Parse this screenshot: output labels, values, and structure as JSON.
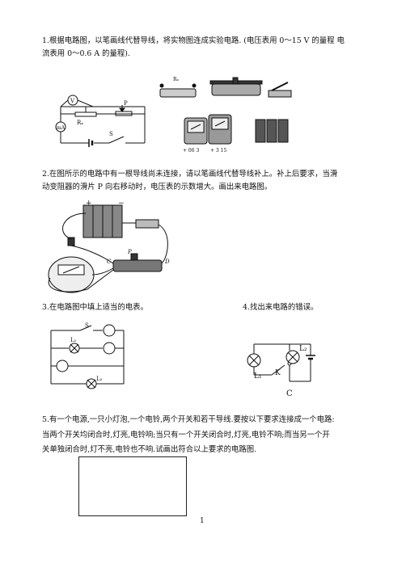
{
  "questions": {
    "q1": {
      "line1": "1.根据电路图，以笔画线代替导线，将实物图连成实验电路. (电压表用 0～15 V 的量程  电",
      "line2": "流表用 0～0.6 A 的量程)."
    },
    "q2": {
      "line1": "2.在图所示的电路中有一根导线尚未连接，请以笔画线代替导线补上。补上后要求，当滑",
      "line2": "动变阻器的滑片 P 向右移动时，电压表的示数增大。画出来电路图。"
    },
    "q3": {
      "text": "3.在电路图中填上适当的电表。"
    },
    "q4": {
      "text": "4.找出来电路的错误。"
    },
    "q5": {
      "line1": "5.有一个电源,一只小灯泡,一个电铃,两个开关和若干导线.要按以下要求连接成一个电路:",
      "line2": "当两个开关均闭合时,灯亮,电铃响;当只有一个开关闭合时,灯亮,电铃不响;而当另一个开",
      "line3": "关单独闭合时,灯不亮,电铃也不响.试画出符合以上要求的电路图."
    }
  },
  "labels": {
    "fig1": {
      "v": "V",
      "a": "mA",
      "rx": "Rₓ",
      "p": "P",
      "s": "S",
      "rx2": "Rₓ",
      "a_ticks": "+ 06 3",
      "v_ticks": "+ 3 15"
    },
    "fig2": {
      "plus": "+",
      "minus": "−",
      "p": "P",
      "c": "C",
      "d": "D"
    },
    "fig3": {
      "s": "S",
      "l1": "L₁",
      "l2": "L₂"
    },
    "fig4": {
      "l1": "L₁",
      "l2": "L₂",
      "k": "K",
      "c": "C"
    }
  },
  "page_number": "1"
}
